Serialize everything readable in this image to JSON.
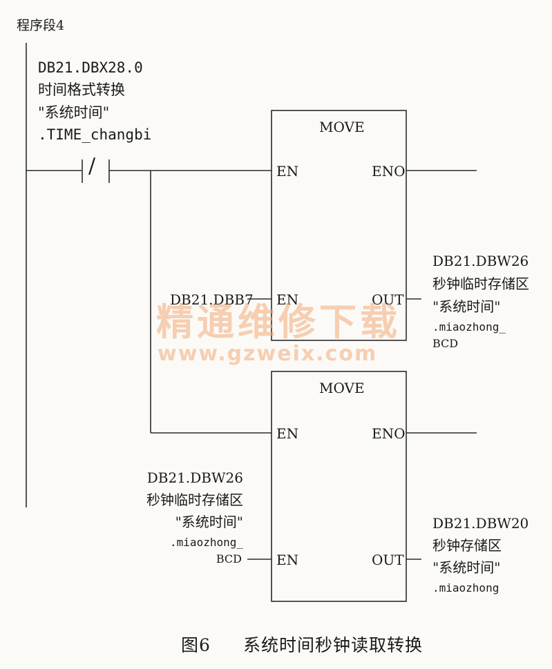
{
  "segment_title": "程序段4",
  "contact": {
    "address": "DB21.DBX28.0",
    "comment": "时间格式转换",
    "db_name": "\"系统时间\"",
    "member": ".TIME_changbi",
    "symbol": "/"
  },
  "box1": {
    "title": "MOVE",
    "pin_en": "EN",
    "pin_eno": "ENO",
    "pin_in": "EN",
    "pin_out": "OUT",
    "in_operand": "DB21.DBB7",
    "out_address": "DB21.DBW26",
    "out_comment": "秒钟临时存储区",
    "out_db": "\"系统时间\"",
    "out_member1": ".miaozhong_",
    "out_member2": "BCD"
  },
  "box2": {
    "title": "MOVE",
    "pin_en": "EN",
    "pin_eno": "ENO",
    "pin_in": "EN",
    "pin_out": "OUT",
    "in_address": "DB21.DBW26",
    "in_comment": "秒钟临时存储区",
    "in_db": "\"系统时间\"",
    "in_member1": ".miaozhong_",
    "in_member2": "BCD",
    "out_address": "DB21.DBW20",
    "out_comment": "秒钟存储区",
    "out_db": "\"系统时间\"",
    "out_member": ".miaozhong"
  },
  "watermark": {
    "text_cn": "精通维修下载",
    "url": "www.gzweix.com",
    "color": "#f3aa78"
  },
  "caption": {
    "figure": "图6",
    "title": "系统时间秒钟读取转换"
  }
}
